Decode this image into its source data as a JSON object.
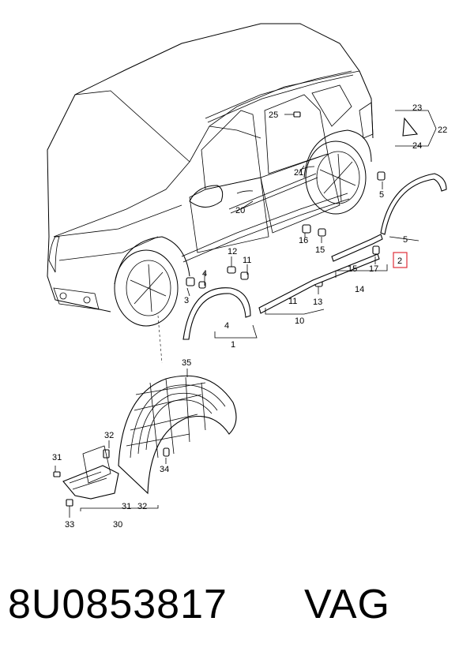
{
  "diagram": {
    "callouts": {
      "c1": "1",
      "c2": "2",
      "c3": "3",
      "c4a": "4",
      "c4b": "4",
      "c5a": "5",
      "c5b": "5",
      "c10": "10",
      "c11a": "11",
      "c11b": "11",
      "c12": "12",
      "c13": "13",
      "c14": "14",
      "c15a": "15",
      "c15b": "15",
      "c16": "16",
      "c17": "17",
      "c20": "20",
      "c21": "21",
      "c22": "22",
      "c23": "23",
      "c24": "24",
      "c25": "25",
      "c30": "30",
      "c31a": "31",
      "c31b": "31",
      "c32a": "32",
      "c32b": "32",
      "c33": "33",
      "c34": "34",
      "c35": "35"
    },
    "highlight_color": "#e0303a"
  },
  "caption": {
    "part_number": "8U0853817",
    "brand": "VAG"
  }
}
